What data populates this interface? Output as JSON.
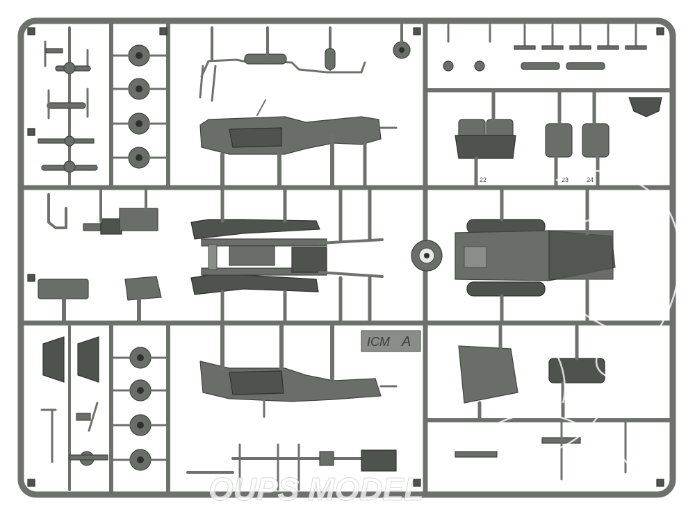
{
  "sprue_tag": {
    "brand": "ICM",
    "letter": "A"
  },
  "watermark": {
    "text": "OUPS MODEL"
  },
  "colors": {
    "plastic": "#6d716c",
    "background": "#ffffff"
  }
}
